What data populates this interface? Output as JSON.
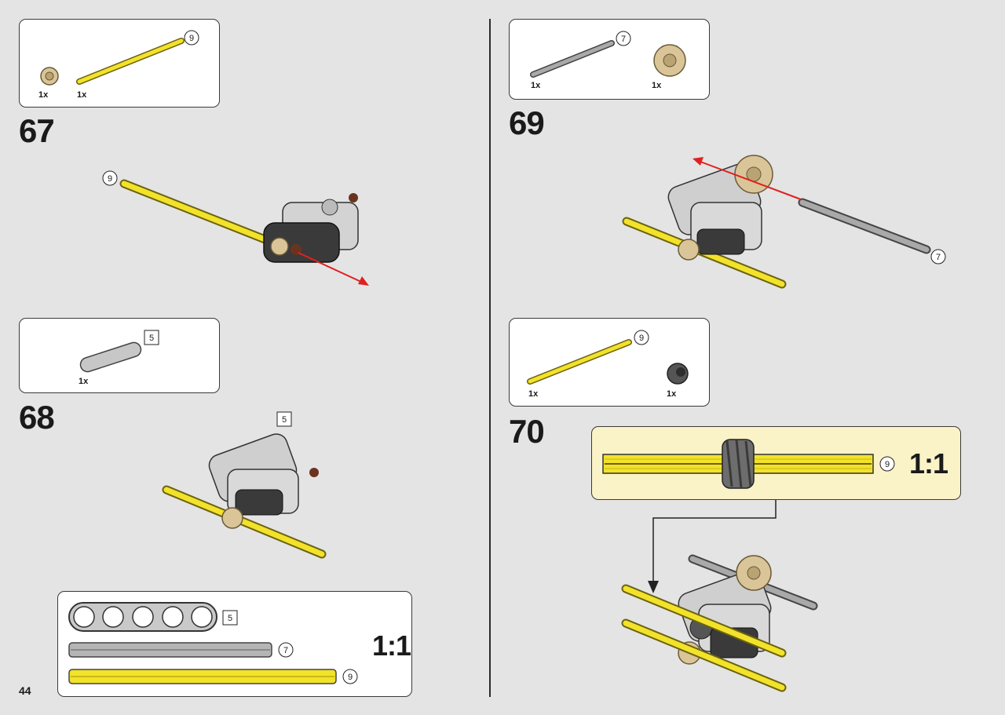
{
  "page": {
    "number": "44"
  },
  "steps": {
    "s67": {
      "number": "67",
      "parts": [
        {
          "qty": "1x",
          "name": "tan-gear"
        },
        {
          "qty": "1x",
          "name": "yellow-axle",
          "size": "9"
        }
      ],
      "callout": "9"
    },
    "s68": {
      "number": "68",
      "parts": [
        {
          "qty": "1x",
          "name": "gray-beam",
          "size": "5"
        }
      ],
      "callout": "5"
    },
    "s69": {
      "number": "69",
      "parts": [
        {
          "qty": "1x",
          "name": "gray-axle",
          "size": "7"
        },
        {
          "qty": "1x",
          "name": "tan-gear"
        }
      ],
      "callout": "7"
    },
    "s70": {
      "number": "70",
      "parts": [
        {
          "qty": "1x",
          "name": "yellow-axle",
          "size": "9"
        },
        {
          "qty": "1x",
          "name": "dark-bush"
        }
      ],
      "ratio": "1:1",
      "callout_axle": "9"
    }
  },
  "reference": {
    "ratio": "1:1",
    "items": [
      {
        "name": "beam",
        "size": "5"
      },
      {
        "name": "gray-axle",
        "size": "7"
      },
      {
        "name": "yellow-axle",
        "size": "9"
      }
    ]
  },
  "colors": {
    "yellow": "#f2e22a",
    "gray": "#a9a9a9",
    "tan": "#d9c597",
    "arrow": "#e02020",
    "callout_bg": "#fbf3c8"
  }
}
